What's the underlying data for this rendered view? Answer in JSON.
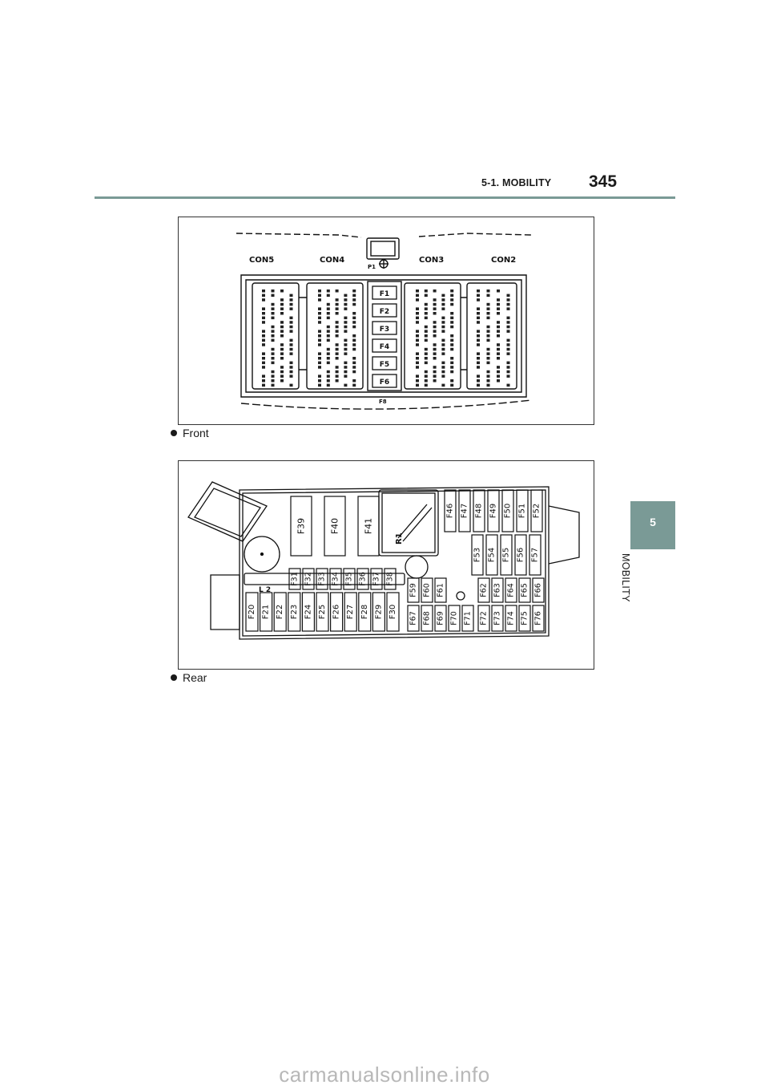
{
  "header": {
    "section": "5-1. MOBILITY",
    "page_number": "345"
  },
  "side_tab": {
    "chapter_number": "5",
    "chapter_label": "MOBILITY"
  },
  "figures": {
    "front": {
      "caption": "Front",
      "connectors": [
        "CON5",
        "CON4",
        "CON3",
        "CON2"
      ],
      "fuses": [
        "F1",
        "F2",
        "F3",
        "F4",
        "F5",
        "F6"
      ],
      "marks": {
        "top": "P1",
        "bottom": "F8"
      }
    },
    "rear": {
      "caption": "Rear",
      "big_fuses": [
        "F39",
        "F40",
        "F41"
      ],
      "relay": "R1",
      "top_right": [
        "F46",
        "F47",
        "F48",
        "F49",
        "F50",
        "F51",
        "F52"
      ],
      "mid_right": [
        "F53",
        "F54",
        "F55",
        "F56",
        "F57"
      ],
      "small_top": [
        "F31",
        "F32",
        "F33",
        "F34",
        "F35",
        "F36",
        "F37",
        "F38"
      ],
      "tall_row": [
        "F20",
        "F21",
        "F22",
        "F23",
        "F24",
        "F25",
        "F26",
        "F27",
        "F28",
        "F29",
        "F30"
      ],
      "mid_small": [
        "F59",
        "F60",
        "F61"
      ],
      "bottom_mid": [
        "F67",
        "F68",
        "F69",
        "F70",
        "F71"
      ],
      "right_upper": [
        "F62",
        "F63",
        "F64",
        "F65",
        "F66"
      ],
      "right_lower": [
        "F72",
        "F73",
        "F74",
        "F75",
        "F76"
      ],
      "label_plate": "L 2"
    }
  },
  "watermark": "carmanualsonline.info"
}
